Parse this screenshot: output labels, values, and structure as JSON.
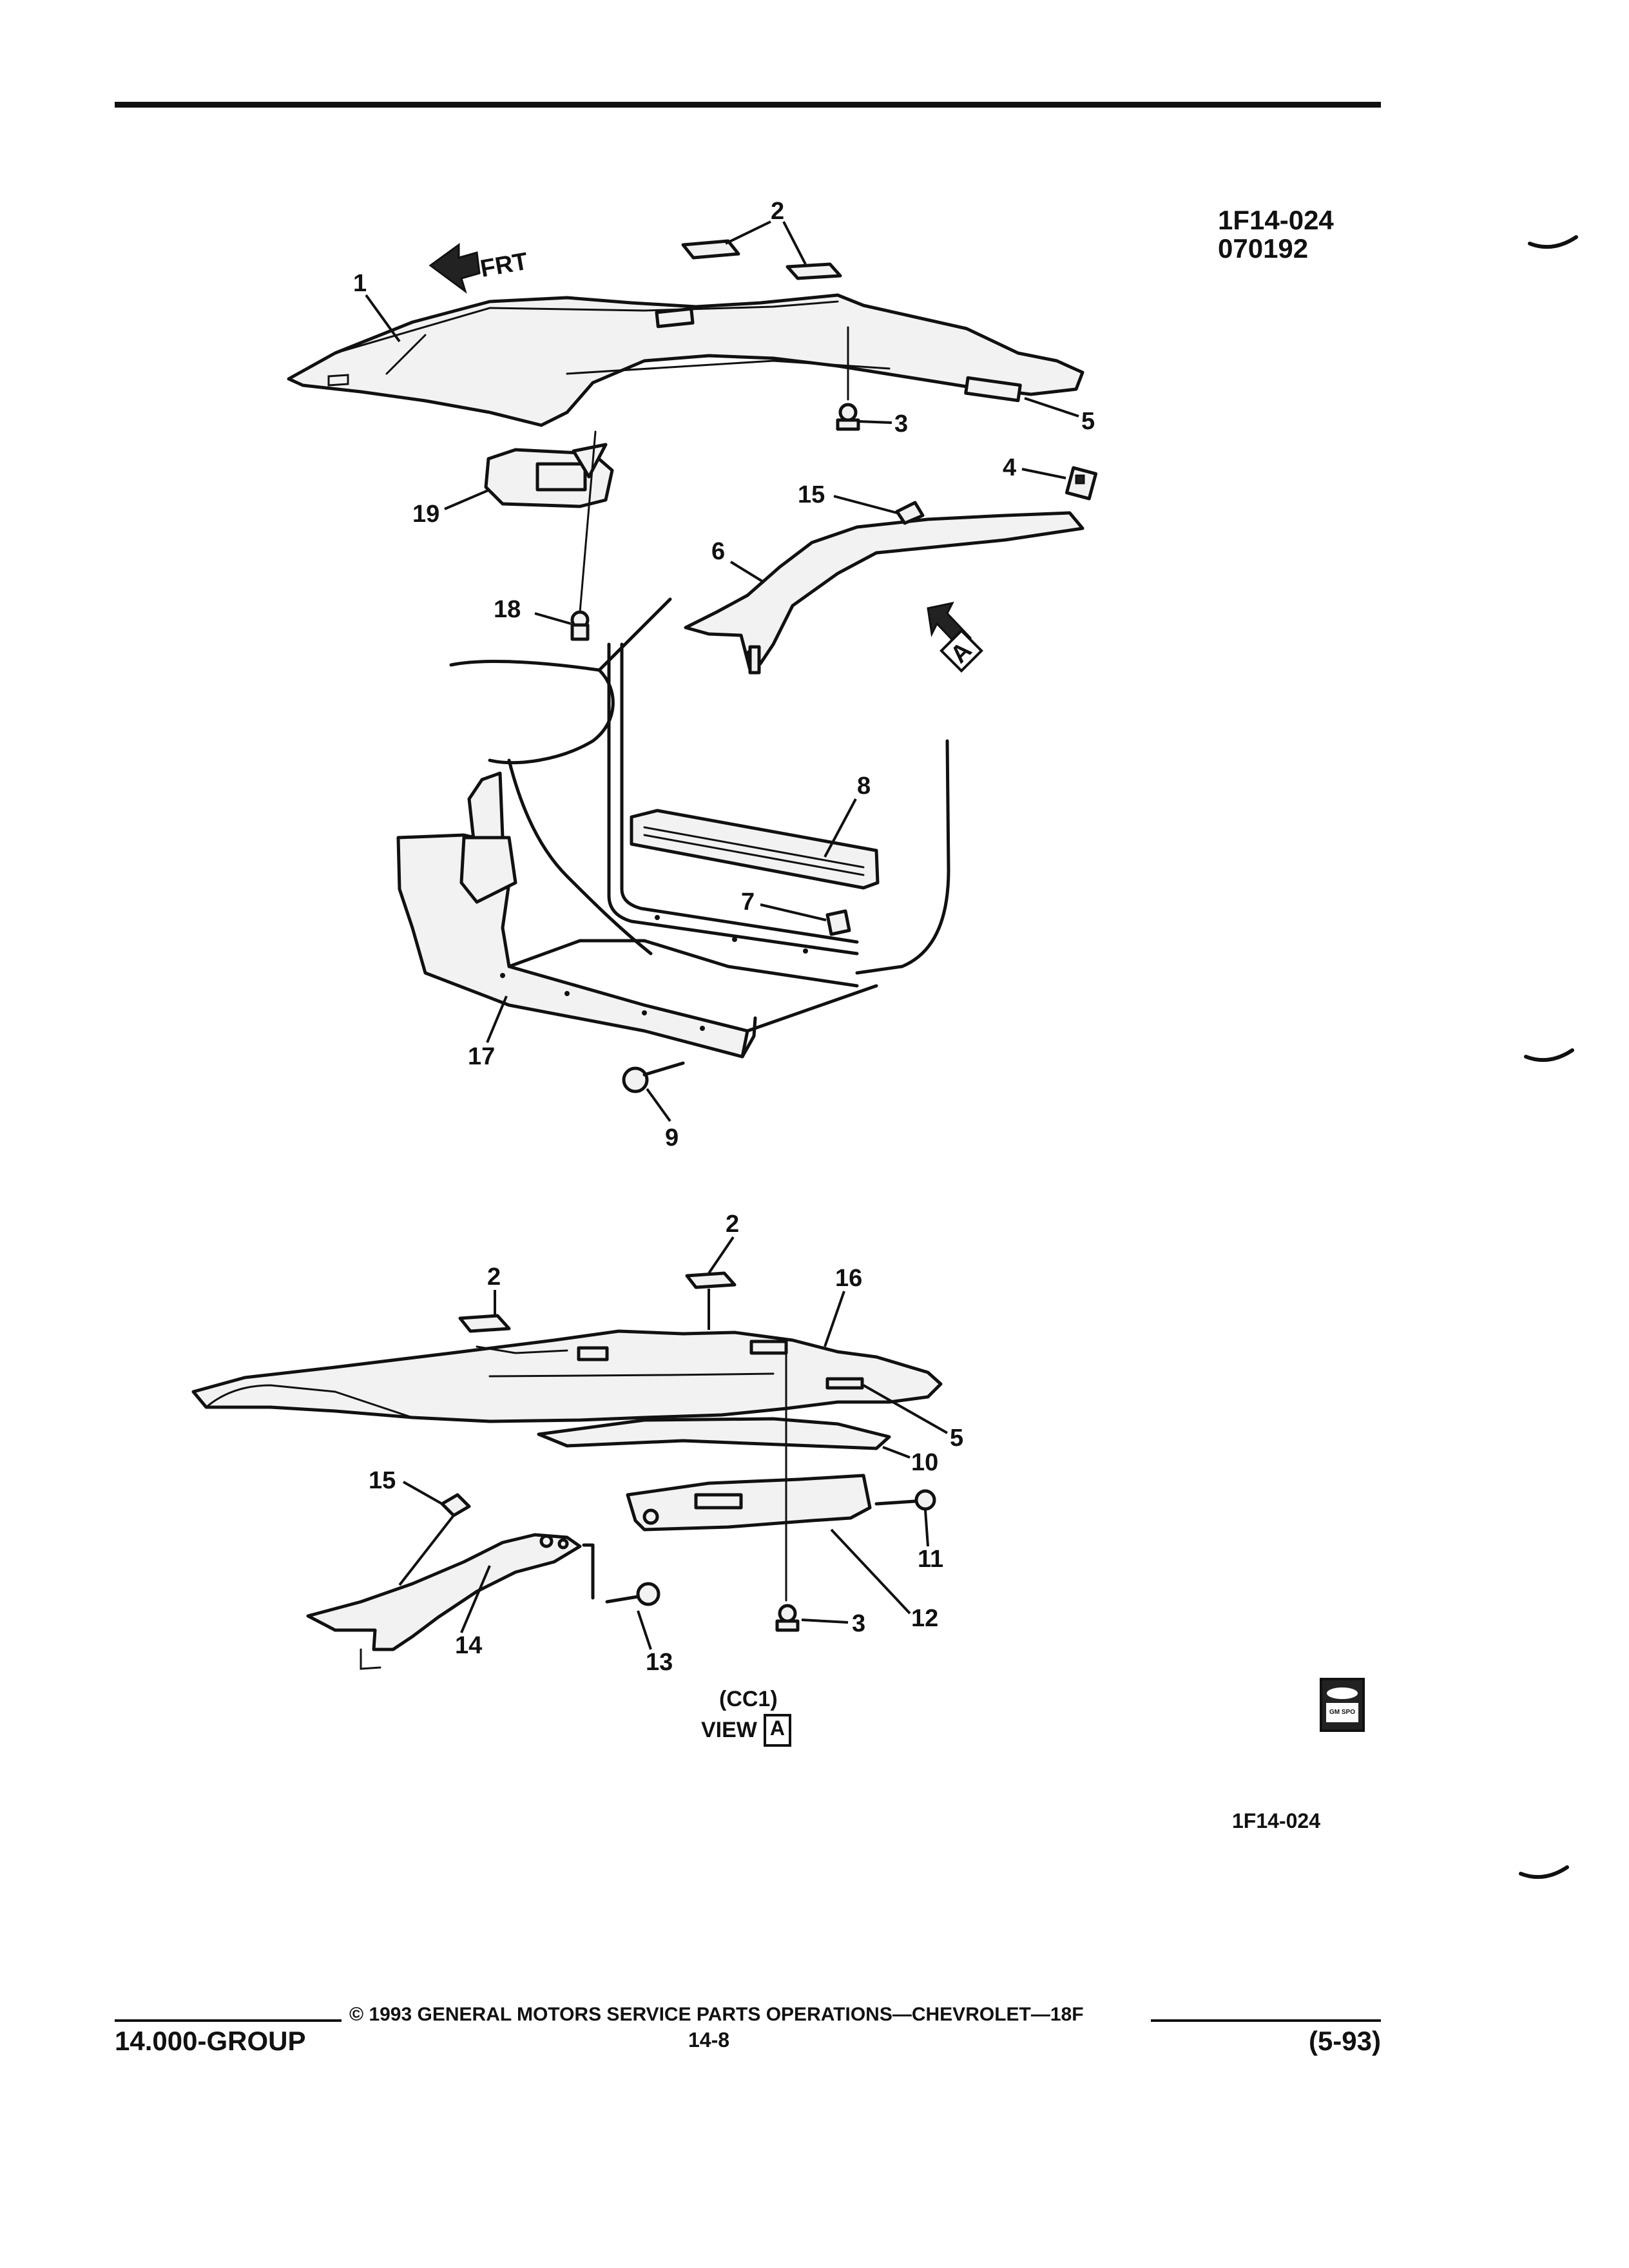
{
  "figure": {
    "code_top": "1F14-024",
    "date_code": "070192",
    "code_bottom": "1F14-024",
    "front_label": "FRT",
    "view_arrow_letter": "A",
    "view_variant": "(CC1)",
    "view_label": "VIEW",
    "view_letter": "A",
    "logo_text": "GM SPO"
  },
  "callouts_main": [
    "1",
    "2",
    "3",
    "4",
    "5",
    "6",
    "7",
    "8",
    "9",
    "15",
    "17",
    "18",
    "19"
  ],
  "callouts_view": [
    "2",
    "2",
    "16",
    "5",
    "10",
    "15",
    "11",
    "12",
    "3",
    "14",
    "13"
  ],
  "footer": {
    "copyright": "© 1993 GENERAL MOTORS SERVICE PARTS OPERATIONS—CHEVROLET—18F",
    "group": "14.000-GROUP",
    "page_number": "14-8",
    "revision": "(5-93)"
  }
}
